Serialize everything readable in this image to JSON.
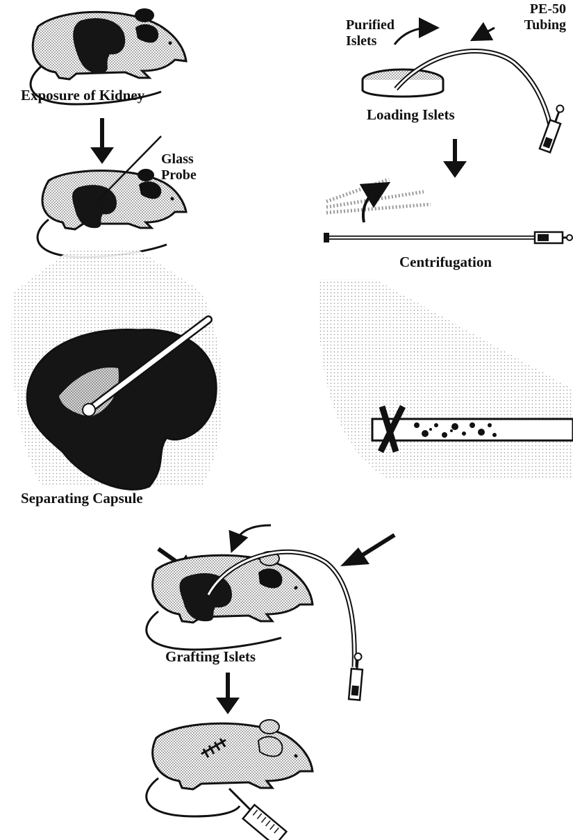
{
  "labels": {
    "exposure": "Exposure of Kidney",
    "glass_probe_1": "Glass",
    "glass_probe_2": "Probe",
    "purified_1": "Purified",
    "purified_2": "Islets",
    "pe50_1": "PE-50",
    "pe50_2": "Tubing",
    "loading": "Loading Islets",
    "centrifugation": "Centrifugation",
    "separating": "Separating Capsule",
    "grafting": "Grafting Islets"
  },
  "colors": {
    "ink": "#111111",
    "stipple": "#bdbdbd",
    "kidney": "#151515"
  },
  "icons": [
    "mouse-icon",
    "kidney-icon",
    "glass-probe-icon",
    "petri-dish-icon",
    "tubing-icon",
    "syringe-icon",
    "arrow-icon",
    "suture-icon"
  ]
}
